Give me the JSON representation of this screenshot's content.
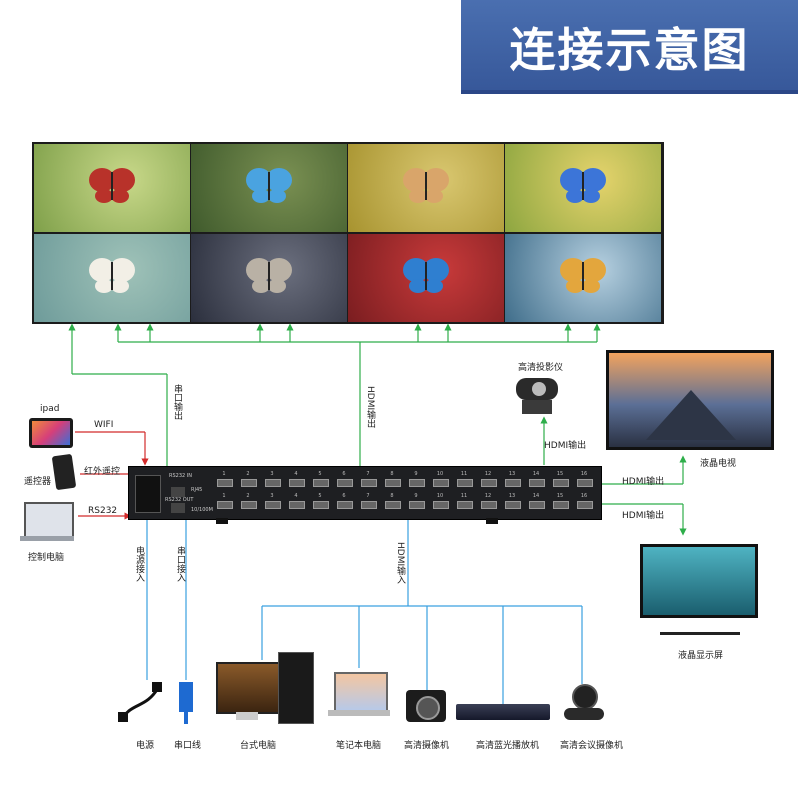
{
  "title": "连接示意图",
  "wall": {
    "panels": [
      {
        "bg1": "#7fa04a",
        "bg2": "#c8d889",
        "wing": "#b8322a"
      },
      {
        "bg1": "#3f5a2c",
        "bg2": "#7a9052",
        "wing": "#4aa3e0"
      },
      {
        "bg1": "#a7932f",
        "bg2": "#d9c770",
        "wing": "#d9a56a"
      },
      {
        "bg1": "#8da640",
        "bg2": "#e5d36c",
        "wing": "#3c75d8"
      },
      {
        "bg1": "#6e9b9a",
        "bg2": "#9fc2b8",
        "wing": "#f2efe6"
      },
      {
        "bg1": "#2b2f3d",
        "bg2": "#6b6f7e",
        "wing": "#b9b1a5"
      },
      {
        "bg1": "#7a1d20",
        "bg2": "#c83a3a",
        "wing": "#2f7fd0"
      },
      {
        "bg1": "#3f6d8a",
        "bg2": "#b6d0e0",
        "wing": "#e3a63d"
      }
    ]
  },
  "labels": {
    "hdmi_out_top": "HDMI输出",
    "serial_out": "串口输出",
    "projector": "高清投影仪",
    "hdmi_out_projector": "HDMI输出",
    "lcd_tv": "液晶电视",
    "hdmi_out_tv": "HDMI输出",
    "hdmi_out_monitor": "HDMI输出",
    "lcd_monitor": "液晶显示屏",
    "ipad": "ipad",
    "wifi": "WIFI",
    "remote": "遥控器",
    "ir_remote": "红外遥控",
    "rs232": "RS232",
    "control_pc": "控制电脑",
    "power_in": "电源接入",
    "serial_in": "串口接入",
    "hdmi_in": "HDMI输入",
    "power": "电源",
    "serial_cable": "串口线",
    "desktop_pc": "台式电脑",
    "laptop": "笔记本电脑",
    "hd_camera": "高清摄像机",
    "bluray": "高清蓝光播放机",
    "conference_camera": "高清会议摄像机"
  },
  "matrix": {
    "port_numbers": [
      "1",
      "2",
      "3",
      "4",
      "5",
      "6",
      "7",
      "8",
      "9",
      "10",
      "11",
      "12",
      "13",
      "14",
      "15",
      "16"
    ],
    "rs232_in": "RS232 IN",
    "rj45": "RJ45",
    "rs232_out": "RS232 OUT",
    "lan": "10/100M"
  },
  "colors": {
    "green": "#2eae4a",
    "red": "#d22b2b",
    "blue": "#3aa0e0",
    "title_bg": "#3f62a6"
  }
}
